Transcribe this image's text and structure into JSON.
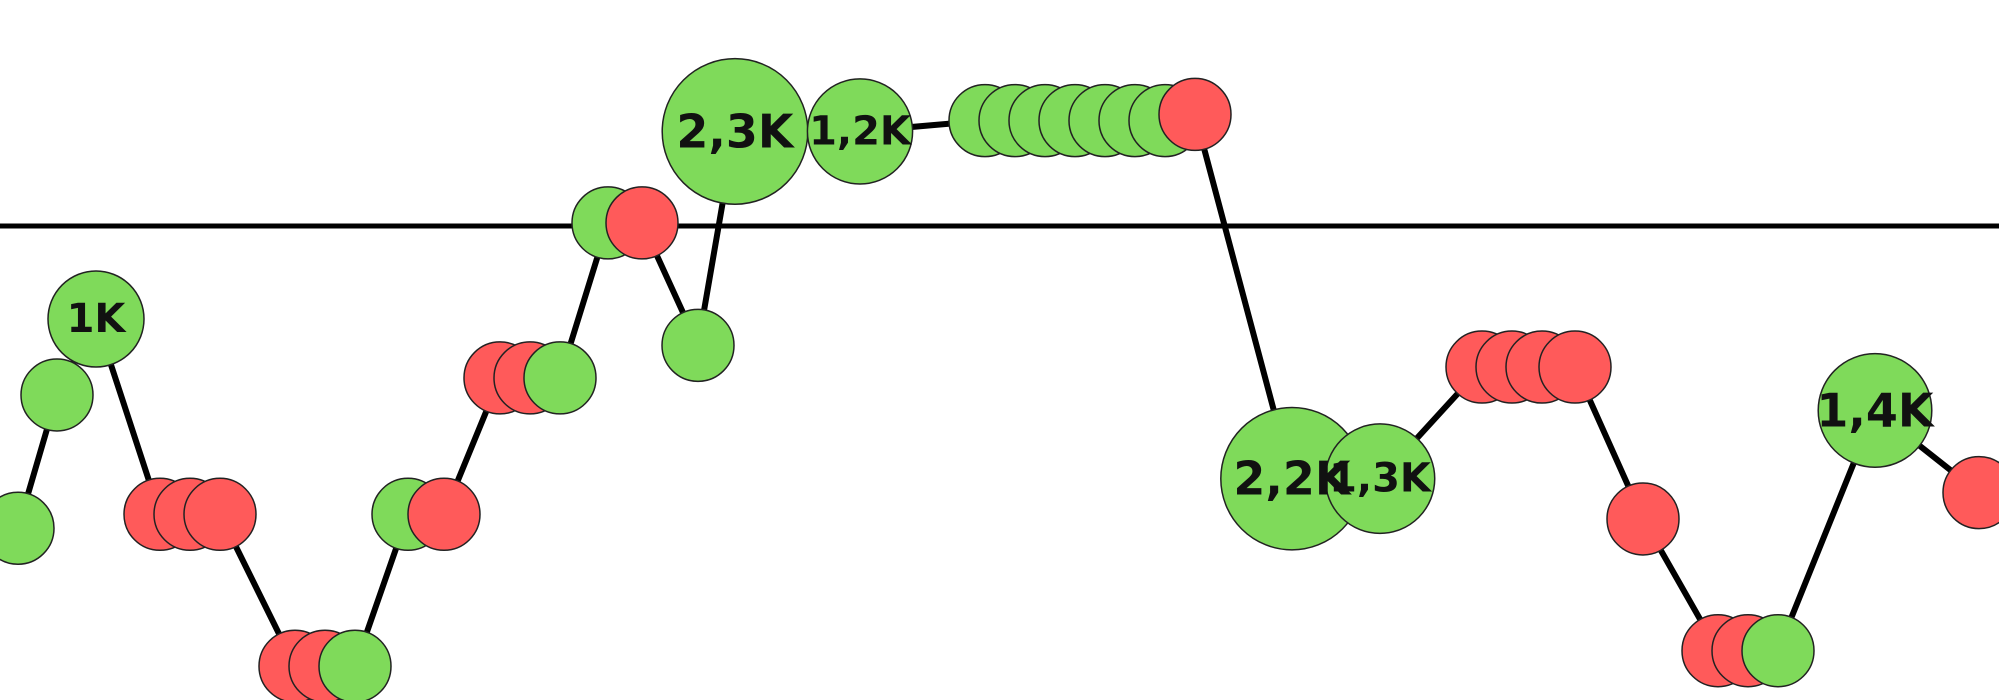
{
  "chart_data": {
    "type": "scatter",
    "title": "",
    "xlabel": "",
    "ylabel": "",
    "grid": false,
    "legend": "none",
    "reference_line": {
      "y": 0,
      "color": "#000000"
    },
    "colors": {
      "up": "#7FDA5A",
      "down": "#FF5A5A",
      "line": "#000000",
      "stroke": "#222222"
    },
    "points": [
      {
        "x": 1,
        "y": -1.95,
        "color": "up",
        "size": 0,
        "label": ""
      },
      {
        "x": 2,
        "y": -1.09,
        "color": "up",
        "size": 0,
        "label": ""
      },
      {
        "x": 3,
        "y": -0.6,
        "color": "up",
        "size": 1000,
        "label": "1K"
      },
      {
        "x": 4,
        "y": -1.86,
        "color": "down",
        "size": 0,
        "label": ""
      },
      {
        "x": 5,
        "y": -1.86,
        "color": "down",
        "size": 0,
        "label": ""
      },
      {
        "x": 6,
        "y": -1.86,
        "color": "down",
        "size": 0,
        "label": ""
      },
      {
        "x": 7,
        "y": -2.84,
        "color": "down",
        "size": 0,
        "label": ""
      },
      {
        "x": 8,
        "y": -2.84,
        "color": "down",
        "size": 0,
        "label": ""
      },
      {
        "x": 9,
        "y": -2.84,
        "color": "up",
        "size": 0,
        "label": ""
      },
      {
        "x": 10,
        "y": -1.86,
        "color": "up",
        "size": 0,
        "label": ""
      },
      {
        "x": 11,
        "y": -1.86,
        "color": "down",
        "size": 0,
        "label": ""
      },
      {
        "x": 12,
        "y": -0.98,
        "color": "down",
        "size": 0,
        "label": ""
      },
      {
        "x": 13,
        "y": -0.98,
        "color": "down",
        "size": 0,
        "label": ""
      },
      {
        "x": 14,
        "y": -0.98,
        "color": "up",
        "size": 0,
        "label": ""
      },
      {
        "x": 15,
        "y": 0.02,
        "color": "up",
        "size": 0,
        "label": ""
      },
      {
        "x": 16,
        "y": 0.02,
        "color": "down",
        "size": 0,
        "label": ""
      },
      {
        "x": 17,
        "y": -0.77,
        "color": "up",
        "size": 0,
        "label": ""
      },
      {
        "x": 18,
        "y": 0.61,
        "color": "up",
        "size": 2300,
        "label": "2,3K"
      },
      {
        "x": 19,
        "y": 0.61,
        "color": "up",
        "size": 1200,
        "label": "1,2K"
      },
      {
        "x": 20,
        "y": 0.68,
        "color": "up",
        "size": 0,
        "label": ""
      },
      {
        "x": 21,
        "y": 0.68,
        "color": "up",
        "size": 0,
        "label": ""
      },
      {
        "x": 22,
        "y": 0.68,
        "color": "up",
        "size": 0,
        "label": ""
      },
      {
        "x": 23,
        "y": 0.68,
        "color": "up",
        "size": 0,
        "label": ""
      },
      {
        "x": 24,
        "y": 0.68,
        "color": "up",
        "size": 0,
        "label": ""
      },
      {
        "x": 25,
        "y": 0.68,
        "color": "up",
        "size": 0,
        "label": ""
      },
      {
        "x": 26,
        "y": 0.68,
        "color": "up",
        "size": 0,
        "label": ""
      },
      {
        "x": 27,
        "y": 0.72,
        "color": "down",
        "size": 0,
        "label": ""
      },
      {
        "x": 28,
        "y": -1.63,
        "color": "up",
        "size": 2200,
        "label": "2,2K"
      },
      {
        "x": 29,
        "y": -1.63,
        "color": "up",
        "size": 1300,
        "label": "1,3K"
      },
      {
        "x": 30,
        "y": -0.91,
        "color": "down",
        "size": 0,
        "label": ""
      },
      {
        "x": 31,
        "y": -0.91,
        "color": "down",
        "size": 0,
        "label": ""
      },
      {
        "x": 32,
        "y": -0.91,
        "color": "down",
        "size": 0,
        "label": ""
      },
      {
        "x": 33,
        "y": -0.91,
        "color": "down",
        "size": 0,
        "label": ""
      },
      {
        "x": 34,
        "y": -1.89,
        "color": "down",
        "size": 0,
        "label": ""
      },
      {
        "x": 35,
        "y": -2.74,
        "color": "down",
        "size": 0,
        "label": ""
      },
      {
        "x": 36,
        "y": -2.74,
        "color": "down",
        "size": 0,
        "label": ""
      },
      {
        "x": 37,
        "y": -2.74,
        "color": "up",
        "size": 0,
        "label": ""
      },
      {
        "x": 38,
        "y": -1.19,
        "color": "up",
        "size": 1400,
        "label": "1,4K"
      },
      {
        "x": 39,
        "y": -1.72,
        "color": "down",
        "size": 0,
        "label": ""
      }
    ]
  }
}
